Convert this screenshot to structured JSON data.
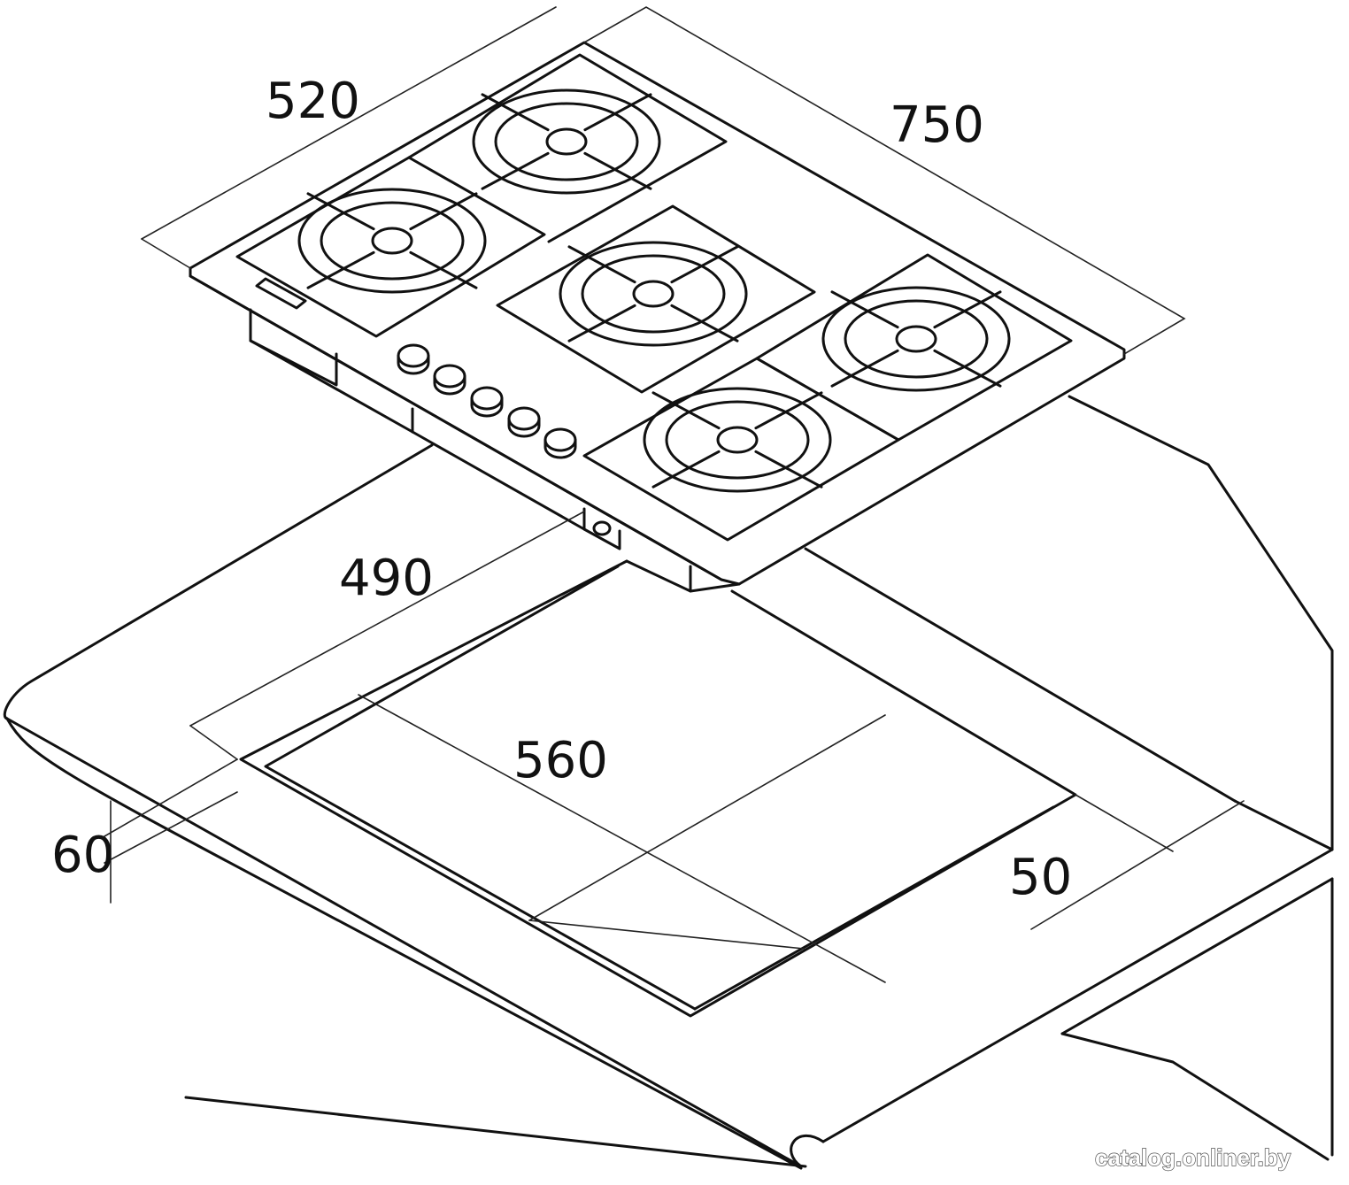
{
  "dimensions": {
    "hob_depth": "520",
    "hob_width": "750",
    "cutout_depth": "490",
    "cutout_width": "560",
    "countertop_thickness": "60",
    "edge_clearance": "50"
  },
  "burners_count": 5,
  "knobs_count": 5,
  "watermark": "catalog.onliner.by"
}
